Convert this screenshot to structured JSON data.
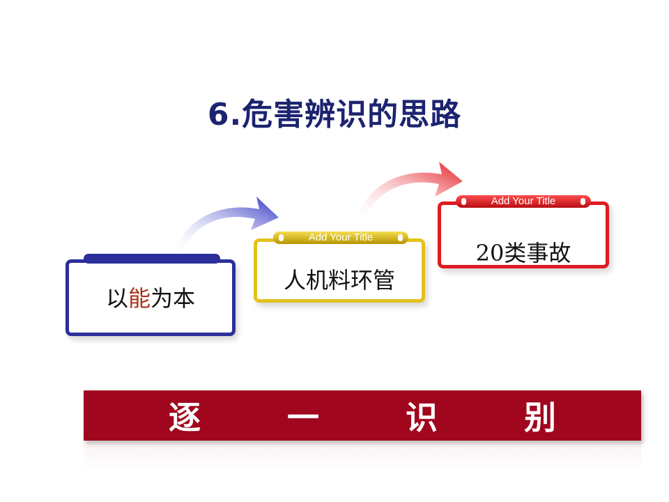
{
  "slide": {
    "title": "6.危害辨识的思路",
    "cards": [
      {
        "id": "blue",
        "tab_label": "",
        "text_before": "以",
        "text_highlight": "能",
        "text_after": "为本",
        "color": "#2b2f9a"
      },
      {
        "id": "yellow",
        "tab_label": "Add Your Title",
        "text": "人机料环管",
        "color": "#e2c21c"
      },
      {
        "id": "red",
        "tab_label": "Add Your Title",
        "text": "20类事故",
        "color": "#e01a22"
      }
    ],
    "banner": {
      "chars": [
        "逐",
        "一",
        "识",
        "别"
      ],
      "color": "#a0061d"
    },
    "arrow_icons": [
      "curved-arrow-blue-icon",
      "curved-arrow-red-icon"
    ]
  }
}
